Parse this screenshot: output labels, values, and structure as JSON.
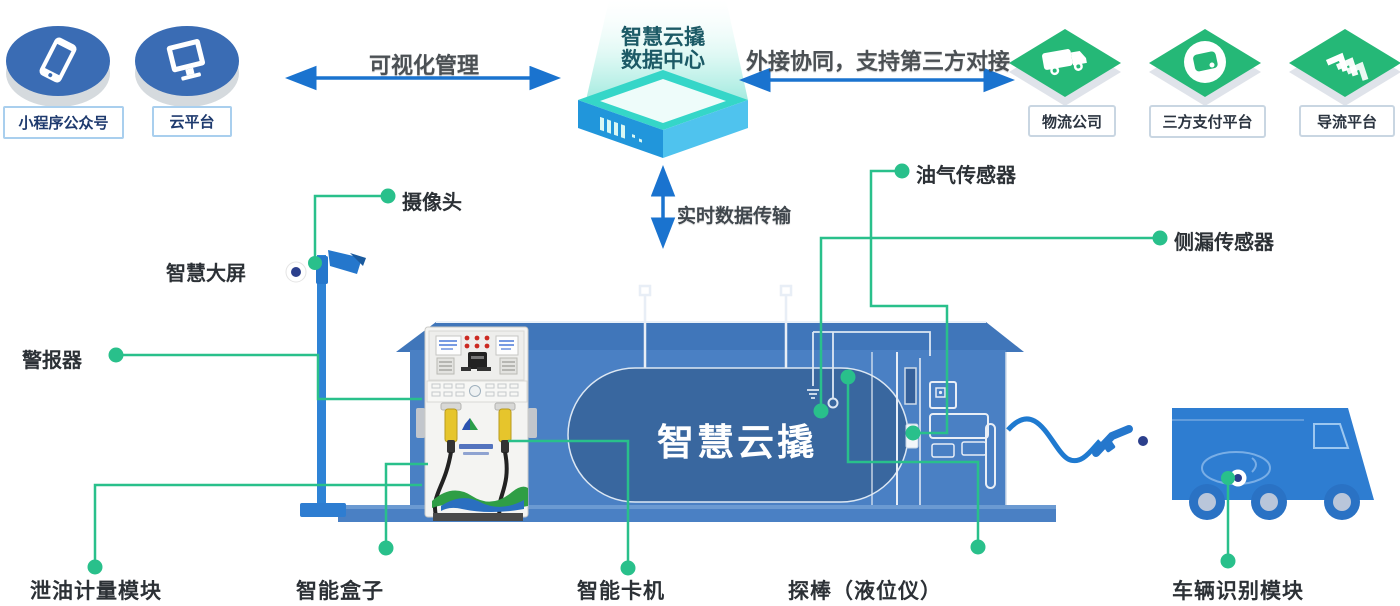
{
  "colors": {
    "accent_green": "#29c08b",
    "arrow_blue": "#1a73cf",
    "station_blue": "#4a80c4",
    "tank_blue": "#39679f",
    "truck_blue": "#2e7dd1",
    "tile_green": "#25b877",
    "disc_blue": "#3a6cb4",
    "datacenter_teal": "#35d6c8"
  },
  "top": {
    "data_center": {
      "title_line1": "智慧云撬",
      "title_line2": "数据中心"
    },
    "left_arrow_label": "可视化管理",
    "right_arrow_label": "外接协同，支持第三方对接",
    "left_platforms": {
      "items": [
        {
          "label": "小程序公众号",
          "icon": "smartphone-icon"
        },
        {
          "label": "云平台",
          "icon": "cloud-platform-icon"
        }
      ]
    },
    "right_platforms": {
      "items": [
        {
          "label": "物流公司",
          "icon": "truck-icon"
        },
        {
          "label": "三方支付平台",
          "icon": "wallet-icon"
        },
        {
          "label": "导流平台",
          "icon": "chevrons-icon"
        }
      ]
    }
  },
  "station": {
    "tank_label": "智慧云撬"
  },
  "callouts": {
    "camera": "摄像头",
    "smart_screen": "智慧大屏",
    "alarm": "警报器",
    "realtime_transfer": "实时数据传输",
    "oil_gas_sensor": "油气传感器",
    "side_leak_sensor": "侧漏传感器",
    "drain_meter": "泄油计量模块",
    "smart_box": "智能盒子",
    "smart_card_machine": "智能卡机",
    "probe": "探棒（液位仪）",
    "vehicle_recognition": "车辆识别模块"
  }
}
